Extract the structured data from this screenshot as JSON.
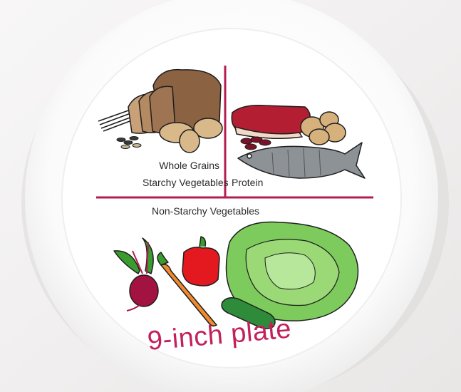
{
  "sections": {
    "top_left": [
      "Whole Grains",
      "Starchy Vegetables"
    ],
    "top_right": "Protein",
    "bottom": "Non-Starchy Vegetables"
  },
  "caption": "9-inch plate",
  "colors": {
    "divider": "#b51d4f",
    "caption": "#c2215c",
    "plate": "#ffffff",
    "background": "#f3f1f1"
  },
  "illustrations": {
    "top_left": [
      "bread-loaf",
      "pasta",
      "potatoes",
      "wild-rice"
    ],
    "top_right": [
      "steak",
      "eggs",
      "kidney-beans",
      "fish"
    ],
    "bottom": [
      "beet",
      "carrot",
      "red-pepper",
      "cabbage",
      "cucumber"
    ]
  }
}
